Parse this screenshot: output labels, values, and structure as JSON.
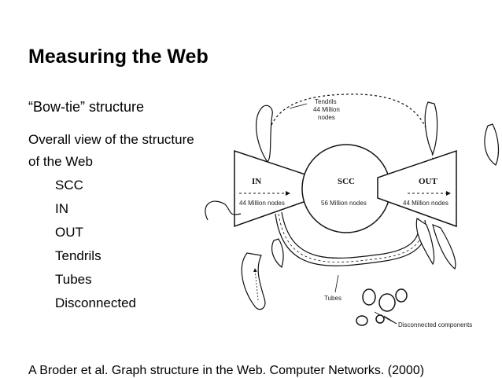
{
  "slide": {
    "title": "Measuring the Web",
    "heading": "“Bow-tie” structure",
    "overview_line1": "Overall view of the structure",
    "overview_line2": "of the Web",
    "components": [
      "SCC",
      "IN",
      "OUT",
      "Tendrils",
      "Tubes",
      "Disconnected"
    ],
    "citation": "A Broder et al. Graph structure in the Web. Computer Networks. (2000)"
  },
  "diagram": {
    "tendrils_label": [
      "Tendrils",
      "44 Million",
      "nodes"
    ],
    "in_label": "IN",
    "in_nodes": "44 Million nodes",
    "scc_label": "SCC",
    "scc_nodes": "56 Million nodes",
    "out_label": "OUT",
    "out_nodes": "44 Million nodes",
    "tubes_label": "Tubes",
    "disconnected_label": "Disconnected components"
  }
}
